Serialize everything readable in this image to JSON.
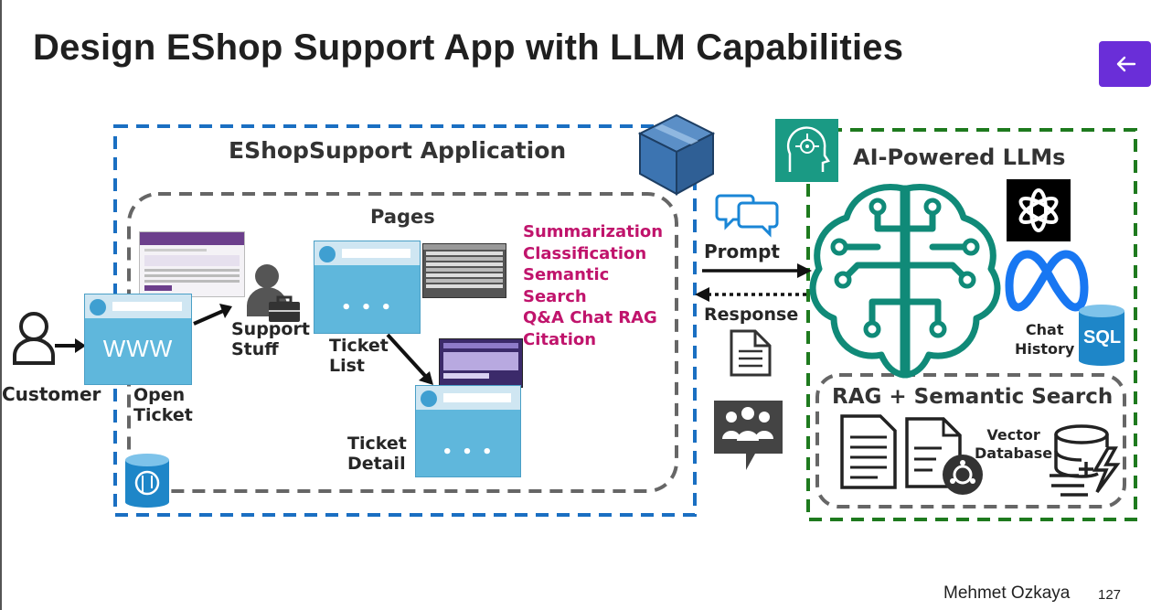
{
  "slide": {
    "title": "Design EShop Support App with LLM Capabilities",
    "author": "Mehmet Ozkaya",
    "page_number": "127"
  },
  "colors": {
    "app_border": "#1a6fc2",
    "llm_border": "#1e7a1e",
    "inner_border": "#666666",
    "feature_text": "#c0146c",
    "brain": "#108a78",
    "back_button": "#6a2ed8",
    "window_body": "#5fb7dc"
  },
  "app": {
    "title": "EShopSupport Application",
    "pages_title": "Pages",
    "customer_label": "Customer",
    "open_ticket_label": "Open\nTicket",
    "www_label": "WWW",
    "support_label": "Support\nStuff",
    "ticket_list_label": "Ticket\nList",
    "ticket_detail_label": "Ticket\nDetail",
    "dots": "• • •",
    "features": "Summarization\nClassification\nSemantic\nSearch\nQ&A Chat RAG\nCitation",
    "sql_badge": "SQL"
  },
  "flow": {
    "prompt": "Prompt",
    "response": "Response"
  },
  "llm": {
    "title": "AI-Powered LLMs",
    "chat_history": "Chat\nHistory",
    "rag_title": "RAG + Semantic Search",
    "vector_db": "Vector\nDatabase"
  },
  "icons": [
    "back-arrow-icon",
    "cube-icon",
    "ai-head-icon",
    "customer-person-icon",
    "browser-window-icon",
    "support-person-icon",
    "postgres-db-icon",
    "chat-bubbles-icon",
    "document-icon",
    "group-chat-icon",
    "brain-circuit-icon",
    "openai-icon",
    "meta-icon",
    "sql-db-icon",
    "document-lines-icon",
    "document-search-icon",
    "vector-database-icon"
  ]
}
